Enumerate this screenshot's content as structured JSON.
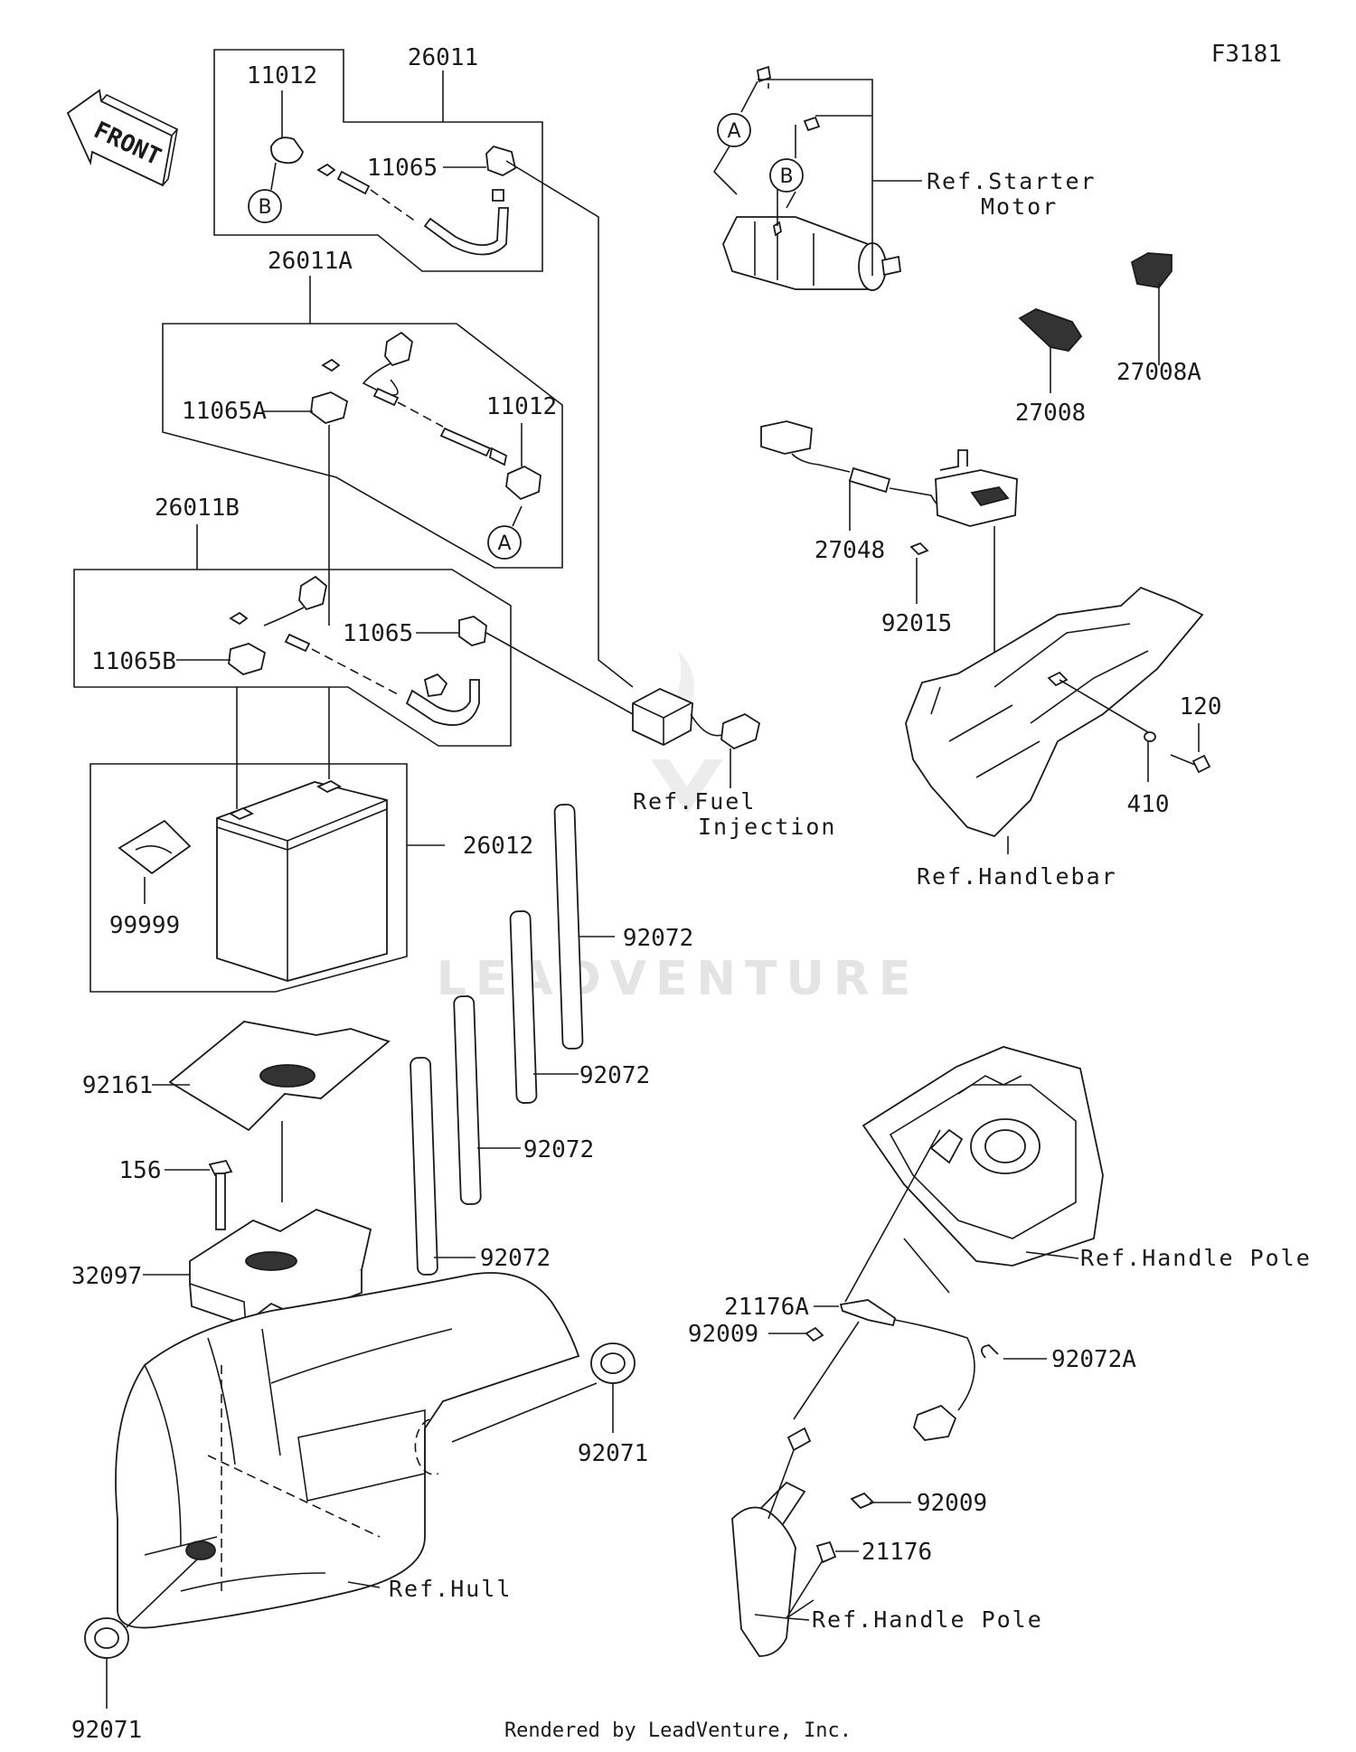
{
  "diagram_code": "F3181",
  "front_label": "FRONT",
  "watermark": "LEADVENTURE",
  "footer": "Rendered by LeadVenture, Inc.",
  "callouts": {
    "a": "A",
    "b": "B"
  },
  "part_numbers": {
    "p26011": "26011",
    "p11012_top": "11012",
    "p11065_top": "11065",
    "p26011A": "26011A",
    "p11065A": "11065A",
    "p11012_mid": "11012",
    "p26011B": "26011B",
    "p11065_mid": "11065",
    "p11065B": "11065B",
    "p26012": "26012",
    "p99999": "99999",
    "p92072_1": "92072",
    "p92072_2": "92072",
    "p92072_3": "92072",
    "p92072_4": "92072",
    "p92161": "92161",
    "p156": "156",
    "p32097": "32097",
    "p92071_right": "92071",
    "p92071_left": "92071",
    "p27008": "27008",
    "p27008A": "27008A",
    "p27048": "27048",
    "p92015": "92015",
    "p120": "120",
    "p410": "410",
    "p21176A": "21176A",
    "p92009_top": "92009",
    "p92072A": "92072A",
    "p92009_bottom": "92009",
    "p21176": "21176"
  },
  "references": {
    "starter_motor_1": "Ref.Starter",
    "starter_motor_2": "Motor",
    "fuel_injection_1": "Ref.Fuel",
    "fuel_injection_2": "Injection",
    "handlebar": "Ref.Handlebar",
    "handle_pole_top": "Ref.Handle Pole",
    "handle_pole_bottom": "Ref.Handle Pole",
    "hull": "Ref.Hull"
  }
}
